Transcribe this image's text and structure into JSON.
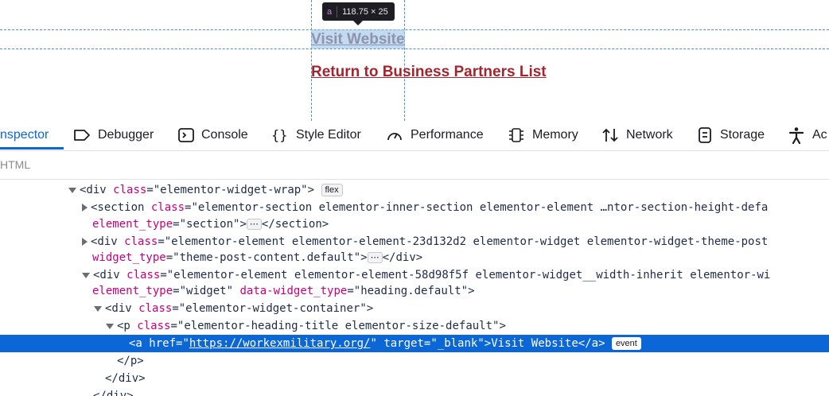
{
  "page": {
    "tooltip": {
      "tag": "a",
      "size": "118.75 × 25"
    },
    "visit_link": "Visit Website",
    "return_link": "Return to Business Partners List"
  },
  "toolbar": {
    "tabs": [
      {
        "label": "nspector",
        "icon": "inspector-icon",
        "selected": true
      },
      {
        "label": "Debugger",
        "icon": "debugger-icon"
      },
      {
        "label": "Console",
        "icon": "console-icon"
      },
      {
        "label": "Style Editor",
        "icon": "braces-icon"
      },
      {
        "label": "Performance",
        "icon": "gauge-icon"
      },
      {
        "label": "Memory",
        "icon": "memory-chip-icon"
      },
      {
        "label": "Network",
        "icon": "up-down-arrows-icon"
      },
      {
        "label": "Storage",
        "icon": "storage-icon"
      },
      {
        "label": "Ac",
        "icon": "accessibility-icon"
      }
    ]
  },
  "breadcrumb": {
    "text": "HTML"
  },
  "tree": {
    "r1": {
      "tag": "<div",
      "attr": "class",
      "val": "\"elementor-widget-wrap\"",
      "close": ">",
      "badge": "flex"
    },
    "r2": {
      "tag": "<section",
      "attr": "class",
      "val": "\"elementor-section elementor-inner-section elementor-element …ntor-section-height-defa"
    },
    "r3": {
      "attr": "element_type",
      "val": "\"section\"",
      "mid": ">",
      "ell": "⋯",
      "end": "</section>"
    },
    "r4": {
      "tag": "<div",
      "attr": "class",
      "val": "\"elementor-element elementor-element-23d132d2 elementor-widget elementor-widget-theme-post"
    },
    "r5": {
      "attr": "widget_type",
      "val": "\"theme-post-content.default\"",
      "mid": ">",
      "ell": "⋯",
      "end": "</div>"
    },
    "r6": {
      "tag": "<div",
      "attr": "class",
      "val": "\"elementor-element elementor-element-58d98f5f elementor-widget__width-inherit elementor-wi"
    },
    "r7": {
      "attr": "element_type",
      "val": "\"widget\"",
      "attr2": "data-widget_type",
      "val2": "\"heading.default\"",
      "close": ">"
    },
    "r8": {
      "tag": "<div",
      "attr": "class",
      "val": "\"elementor-widget-container\"",
      "close": ">"
    },
    "r9": {
      "tag": "<p",
      "attr": "class",
      "val": "\"elementor-heading-title elementor-size-default\"",
      "close": ">"
    },
    "r10": {
      "tag": "<a",
      "attr": "href",
      "val_pre": "=\"",
      "href": "https://workexmilitary.org/",
      "val_post": "\"",
      "attr2": "target",
      "val2": "\"_blank\"",
      "text": ">Visit Website</a>",
      "badge": "event"
    },
    "r11": {
      "text": "</p>"
    },
    "r12": {
      "text": "</div>"
    },
    "r13": {
      "text": "</div>"
    }
  }
}
